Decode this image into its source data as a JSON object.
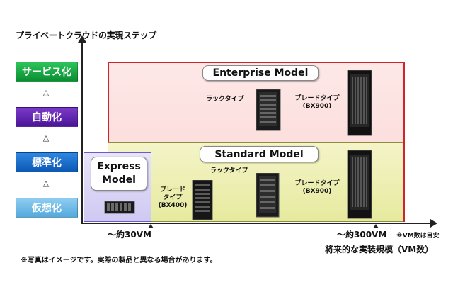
{
  "title": "プライベートクラウドの実現ステップ",
  "steps": [
    {
      "label": "サービス化"
    },
    {
      "label": "自動化"
    },
    {
      "label": "標準化"
    },
    {
      "label": "仮想化"
    }
  ],
  "step_separator": "△",
  "models": {
    "enterprise": "Enterprise Model",
    "standard": "Standard Model",
    "express_line1": "Express",
    "express_line2": "Model"
  },
  "server_labels": {
    "ent_rack": "ラックタイプ",
    "ent_blade_line1": "ブレードタイプ",
    "ent_blade_line2": "(BX900)",
    "std_rack": "ラックタイプ",
    "std_blade_small_line1": "ブレード",
    "std_blade_small_line2": "タイプ",
    "std_blade_small_line3": "(BX400)",
    "std_blade_line1": "ブレードタイプ",
    "std_blade_line2": "(BX900)"
  },
  "x_axis": {
    "tick1": "～約30VM",
    "tick2": "～約300VM",
    "note": "※VM数は目安",
    "title": "将来的な実装規模（VM数）"
  },
  "footnote": "※写真はイメージです。実際の製品と異なる場合があります。"
}
